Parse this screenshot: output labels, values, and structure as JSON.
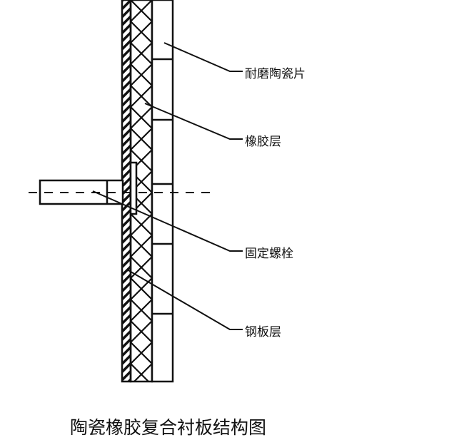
{
  "labels": {
    "tile": "耐磨陶瓷片",
    "rubber": "橡胶层",
    "bolt": "固定螺栓",
    "steel": "钢板层"
  },
  "caption": "陶瓷橡胶复合衬板结构图",
  "colors": {
    "line": "#111111",
    "background": "#ffffff"
  }
}
